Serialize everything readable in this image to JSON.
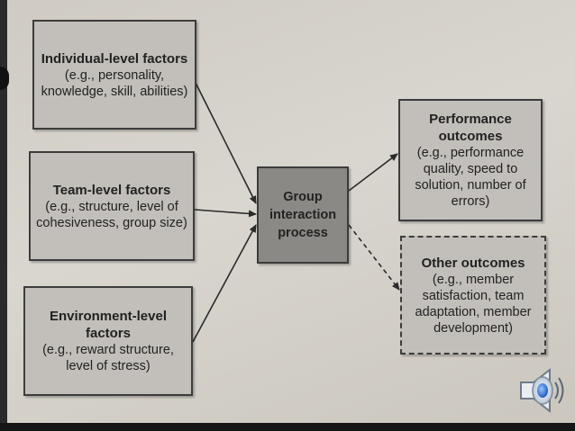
{
  "boxes": {
    "individual": {
      "title": "Individual-level factors",
      "desc": "(e.g., personality, knowledge, skill, abilities)"
    },
    "team": {
      "title": "Team-level factors",
      "desc": "(e.g., structure, level of cohesiveness, group size)"
    },
    "environment": {
      "title": "Environment-level factors",
      "desc": "(e.g., reward structure, level of stress)"
    },
    "process": {
      "title": "Group interaction process"
    },
    "performance": {
      "title": "Performance outcomes",
      "desc": "(e.g., performance quality, speed to solution, number of errors)"
    },
    "other": {
      "title": "Other outcomes",
      "desc": "(e.g., member satisfaction, team adaptation, member development)"
    }
  },
  "colors": {
    "page": "#d4d1ca",
    "box_fill": "#c2bfba",
    "process_fill": "#8b8985",
    "border": "#3c3c3c",
    "speaker_accent": "#3a7bd5"
  },
  "icons": [
    "speaker-icon"
  ]
}
